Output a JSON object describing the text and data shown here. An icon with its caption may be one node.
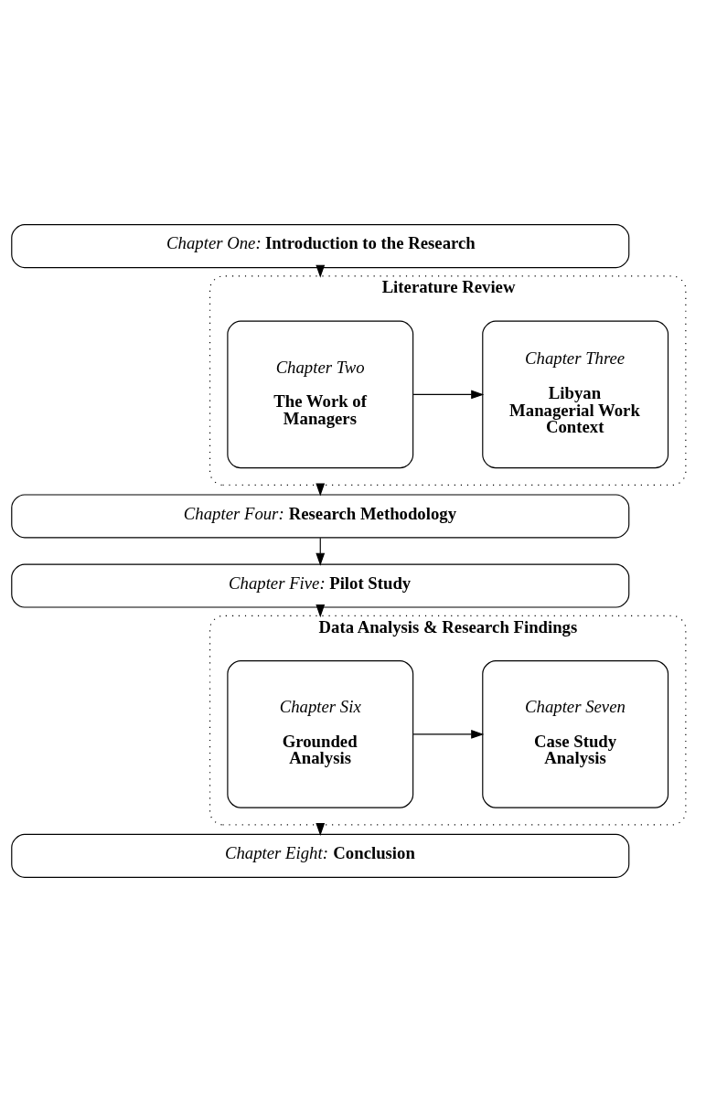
{
  "diagram": {
    "nodes": [
      {
        "text": [
          "*Chapter One:* **Introduction to the Research**"
        ]
      },
      {
        "text": [
          "Literature Review"
        ]
      },
      {
        "text": [
          "Chapter Two",
          "The Work of Managers"
        ],
        "in": 1
      },
      {
        "text": [
          "Chapter Three",
          "Libyan Managerial Work Context"
        ],
        "in": 1
      },
      {
        "text": [
          "*Chapter Four:* **Research Methodology**"
        ]
      },
      {
        "text": [
          "*Chapter Five:* **Pilot Study**"
        ]
      },
      {
        "text": [
          "Data Analysis & Research Findings"
        ]
      },
      {
        "text": [
          "Chapter Six",
          "Grounded Analysis"
        ],
        "in": 6
      },
      {
        "text": [
          "Chapter Seven",
          "Case Study Analysis"
        ],
        "in": 6
      },
      {
        "text": [
          "*Chapter Eight:* **Conclusion**"
        ]
      }
    ],
    "edges": [
      {
        "from": 0,
        "to": 1,
        "arrow": "to"
      },
      {
        "from": 2,
        "to": 3,
        "arrow": "to"
      },
      {
        "from": 1,
        "to": 4,
        "arrow": "to"
      },
      {
        "from": 4,
        "to": 5,
        "arrow": "to"
      },
      {
        "from": 5,
        "to": 6,
        "arrow": "to"
      },
      {
        "from": 7,
        "to": 8,
        "arrow": "to"
      },
      {
        "from": 6,
        "to": 9,
        "arrow": "to"
      }
    ]
  }
}
